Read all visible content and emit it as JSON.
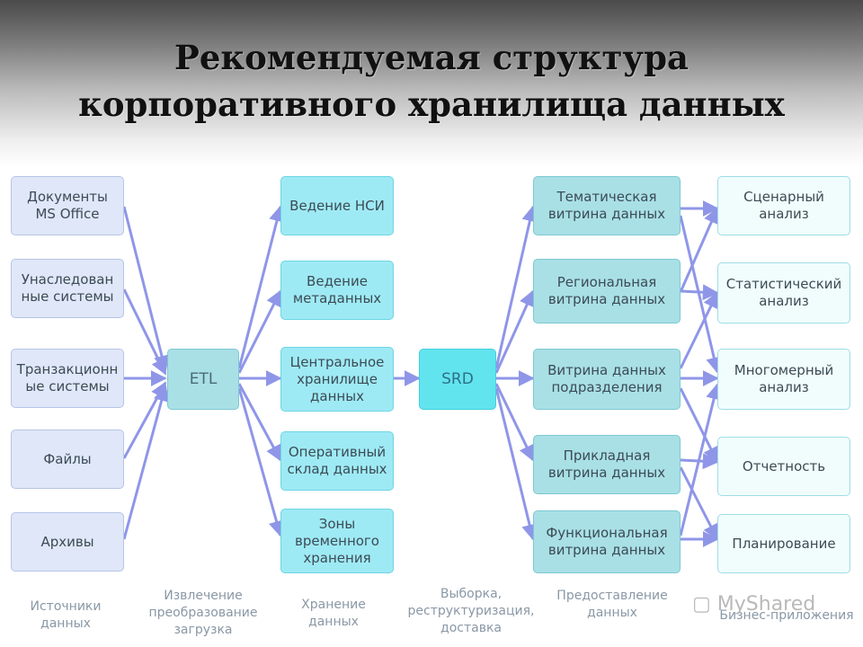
{
  "title": {
    "line1": "Рекомендуемая структура",
    "line2": "корпоративного хранилища данных"
  },
  "sources": [
    "Документы MS Office",
    "Унаследован ные системы",
    "Транзакционн ые системы",
    "Файлы",
    "Архивы"
  ],
  "etl": "ETL",
  "storage": [
    "Ведение НСИ",
    "Ведение метаданных",
    "Центральное хранилище данных",
    "Оперативный склад данных",
    "Зоны временного хранения"
  ],
  "srd": "SRD",
  "marts": [
    "Тематическая витрина данных",
    "Региональная витрина данных",
    "Витрина данных подразделения",
    "Прикладная витрина данных",
    "Функциональная витрина данных"
  ],
  "results": [
    "Сценарный анализ",
    "Статистический анализ",
    "Многомерный анализ",
    "Отчетность",
    "Планирование"
  ],
  "footer": {
    "col1": "Источники данных",
    "col2": "Извлечение преобразование загрузка",
    "col3": "Хранение данных",
    "col4": "Выборка, реструктуризация, доставка",
    "col5": "Предоставление данных",
    "col6": "Бизнес-приложения"
  },
  "watermark": "MyShared",
  "colors": {
    "arrow": "#8f96e8",
    "source_fill": "#dfe7f8",
    "storage_fill": "#9eeaf4",
    "srd_fill": "#62e4ef",
    "mart_fill": "#a9e0e6",
    "result_fill": "#f1fdfd"
  }
}
